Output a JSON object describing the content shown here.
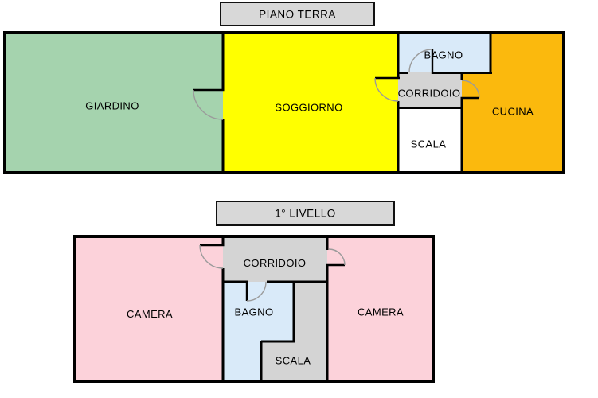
{
  "page": {
    "background": "#FFFFFF"
  },
  "palette": {
    "wall": "#000000",
    "door_arc": "#9B9B9B",
    "title_box_fill": "#D8D8D8",
    "label_color": "#000000"
  },
  "floors": [
    {
      "title": "PIANO TERRA",
      "rooms": [
        {
          "name": "GIARDINO",
          "color": "#A5D3AE"
        },
        {
          "name": "SOGGIORNO",
          "color": "#FFFF00"
        },
        {
          "name": "BAGNO",
          "color": "#D9EAF9"
        },
        {
          "name": "CORRIDOIO",
          "color": "#D4D4D4"
        },
        {
          "name": "SCALA",
          "color": "#FFFFFF"
        },
        {
          "name": "CUCINA",
          "color": "#FBB90D"
        }
      ]
    },
    {
      "title": "1° LIVELLO",
      "rooms": [
        {
          "name": "CAMERA",
          "color": "#FCD2DA"
        },
        {
          "name": "CORRIDOIO",
          "color": "#D4D4D4"
        },
        {
          "name": "BAGNO",
          "color": "#D9EAF9"
        },
        {
          "name": "SCALA",
          "color": "#D4D4D4"
        },
        {
          "name": "CAMERA",
          "color": "#FCD2DA"
        }
      ]
    }
  ]
}
